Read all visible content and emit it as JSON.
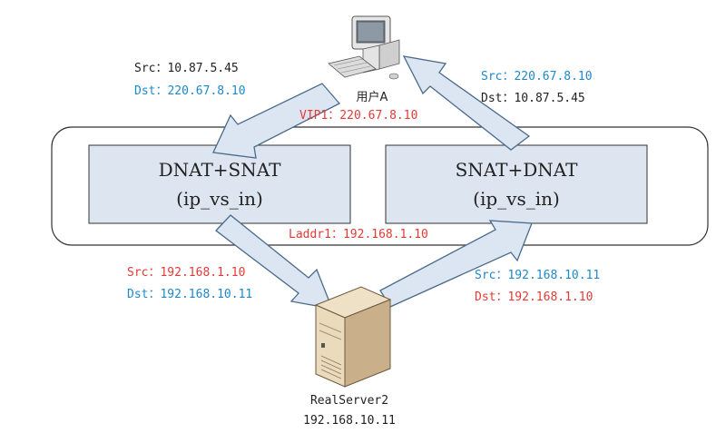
{
  "colors": {
    "red": "#e53935",
    "blue": "#1e88c8",
    "black": "#222222",
    "box_fill": "#dde5f0",
    "box_stroke": "#333333",
    "arrow_fill": "#dbe6f2",
    "arrow_stroke": "#4a6a8c"
  },
  "client": {
    "name": "用户A",
    "icon": "computer-icon"
  },
  "server": {
    "name": "RealServer2",
    "ip": "192.168.10.11",
    "icon": "server-icon"
  },
  "vip_label": "VIP1：220.67.8.10",
  "laddr_label": "Laddr1：192.168.1.10",
  "left_box": {
    "title": "DNAT+SNAT",
    "subtitle": "(ip_vs_in)"
  },
  "right_box": {
    "title": "SNAT+DNAT",
    "subtitle": "(ip_vs_in)"
  },
  "packets": {
    "top_left": {
      "src": "Src：10.87.5.45",
      "dst": "Dst：220.67.8.10"
    },
    "top_right": {
      "src": "Src：220.67.8.10",
      "dst": "Dst：10.87.5.45"
    },
    "bottom_left": {
      "src": "Src：192.168.1.10",
      "dst": "Dst：192.168.10.11"
    },
    "bottom_right": {
      "src": "Src：192.168.10.11",
      "dst": "Dst：192.168.1.10"
    }
  }
}
